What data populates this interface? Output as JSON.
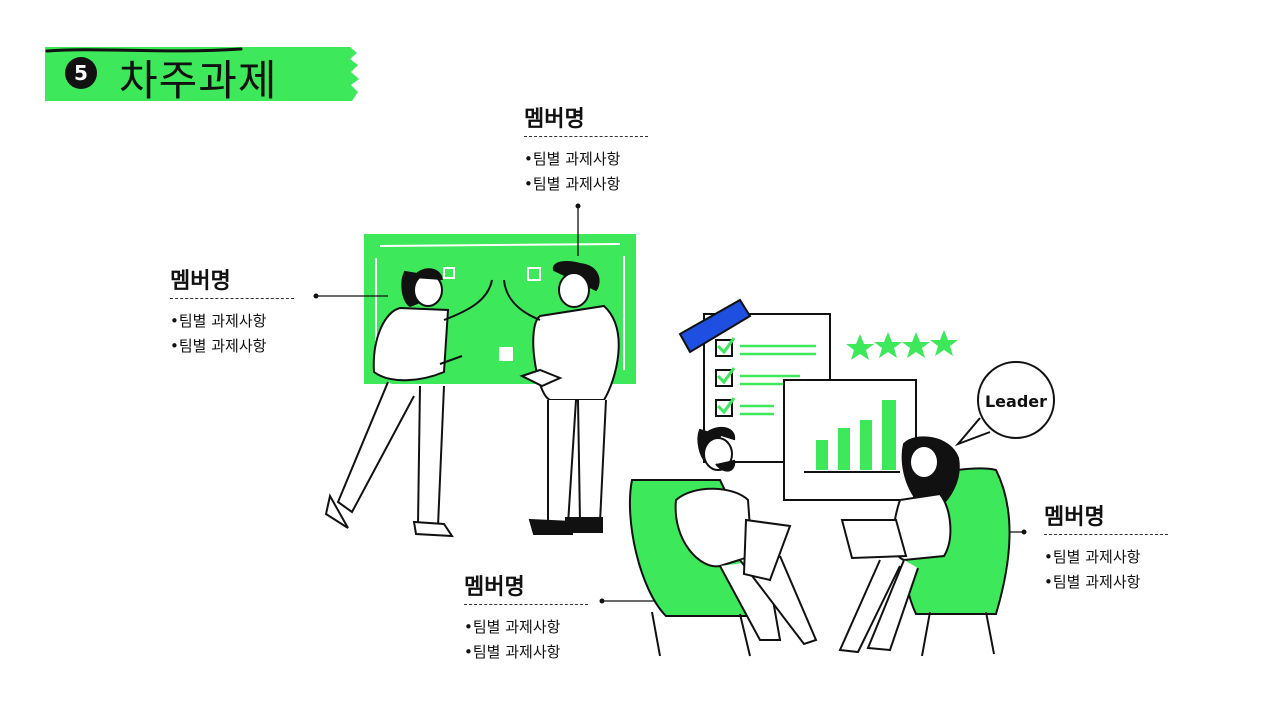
{
  "title": {
    "number": "5",
    "text": "차주과제"
  },
  "members": [
    {
      "name": "멤버명",
      "tasks": [
        "팀별 과제사항",
        "팀별 과제사항"
      ]
    },
    {
      "name": "멤버명",
      "tasks": [
        "팀별 과제사항",
        "팀별 과제사항"
      ]
    },
    {
      "name": "멤버명",
      "tasks": [
        "팀별 과제사항",
        "팀별 과제사항"
      ]
    },
    {
      "name": "멤버명",
      "tasks": [
        "팀별 과제사항",
        "팀별 과제사항"
      ]
    }
  ],
  "illustration": {
    "speech_bubble": "Leader"
  },
  "colors": {
    "accent": "#3de85a",
    "ink": "#111111",
    "tape": "#1f4fe0"
  }
}
